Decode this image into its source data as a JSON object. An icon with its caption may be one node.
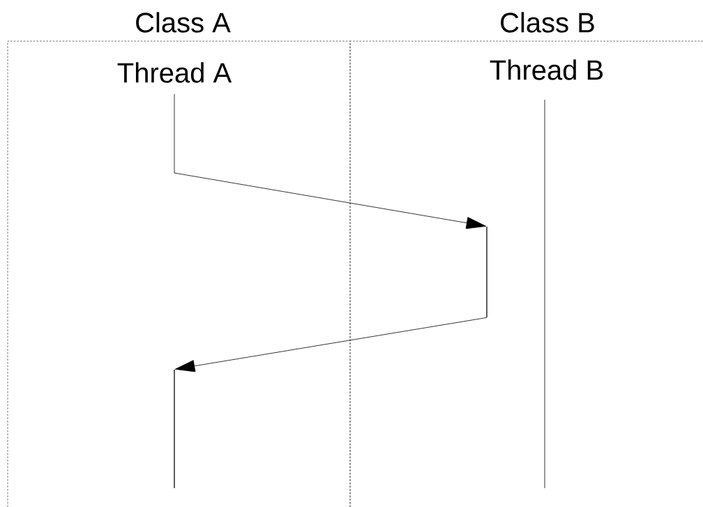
{
  "diagram": {
    "nodes": [
      {
        "text": [
          "Class A"
        ]
      },
      {
        "text": [
          "Class B"
        ]
      },
      {
        "text": [
          "Thread A"
        ],
        "in": 0
      },
      {
        "text": [
          "Thread B"
        ],
        "in": 1
      },
      {
        "text": [],
        "shape": "bar",
        "in": 1
      },
      {
        "text": [],
        "shape": "bar",
        "in": 0
      }
    ],
    "edges": [
      {
        "from": 2,
        "to": 4,
        "arrow": "to"
      },
      {
        "from": 4,
        "to": 5,
        "arrow": "to"
      }
    ]
  }
}
